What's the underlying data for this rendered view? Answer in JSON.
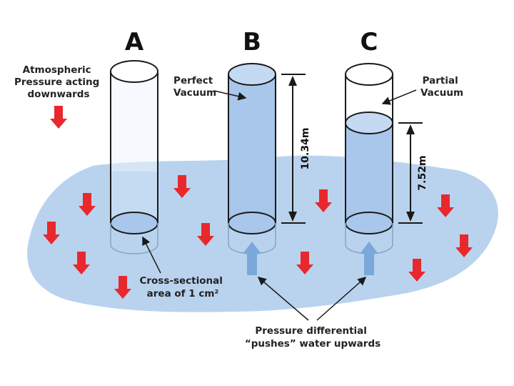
{
  "tubes": {
    "a": "A",
    "b": "B",
    "c": "C"
  },
  "labels": {
    "atmospheric": [
      "Atmospheric",
      "Pressure acting",
      "downwards"
    ],
    "perfect_vacuum": [
      "Perfect",
      "Vacuum"
    ],
    "partial_vacuum": [
      "Partial",
      "Vacuum"
    ],
    "cross_section": [
      "Cross-sectional",
      "area of 1 cm²"
    ],
    "pressure_diff": [
      "Pressure differential",
      "“pushes” water upwards"
    ]
  },
  "measurements": {
    "b_height": "10.34m",
    "c_height": "7.52m"
  },
  "colors": {
    "pool": "#b9d3ee",
    "column": "#a8c7ea",
    "vacuum": "#c4daf2",
    "down_arrow": "#e8282d",
    "up_arrow": "#7aa8d8",
    "outline": "#1a1a1a"
  }
}
